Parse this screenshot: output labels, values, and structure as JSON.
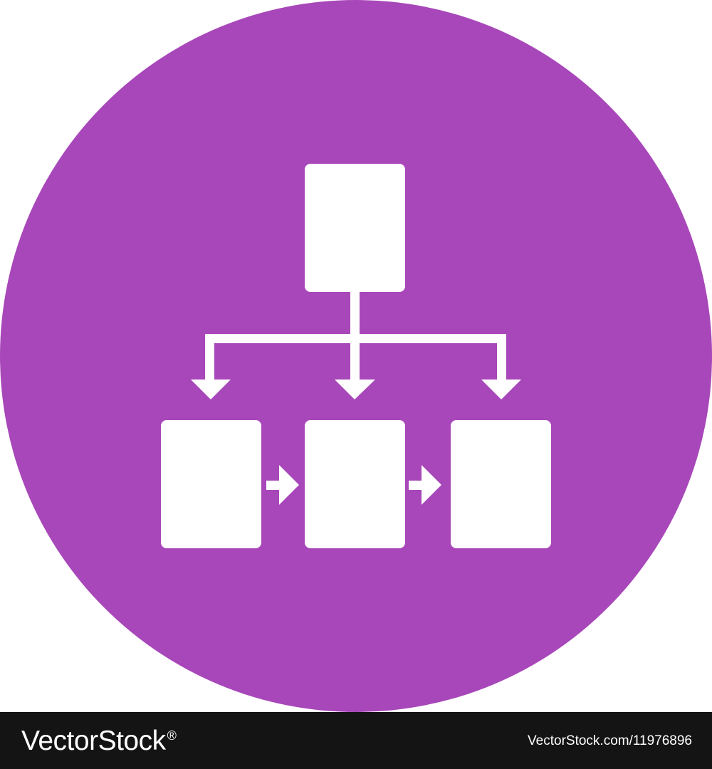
{
  "colors": {
    "circle": "#a847b9",
    "glyph": "#ffffff",
    "footer_background": "#141414",
    "footer_text": "#ffffff"
  },
  "icon": {
    "name": "flowchart-hierarchy-icon",
    "description_boxes": 4,
    "arrows": 5
  },
  "footer": {
    "logo_text": "VectorStock",
    "logo_mark": "®",
    "image_url": "VectorStock.com/11976896"
  }
}
